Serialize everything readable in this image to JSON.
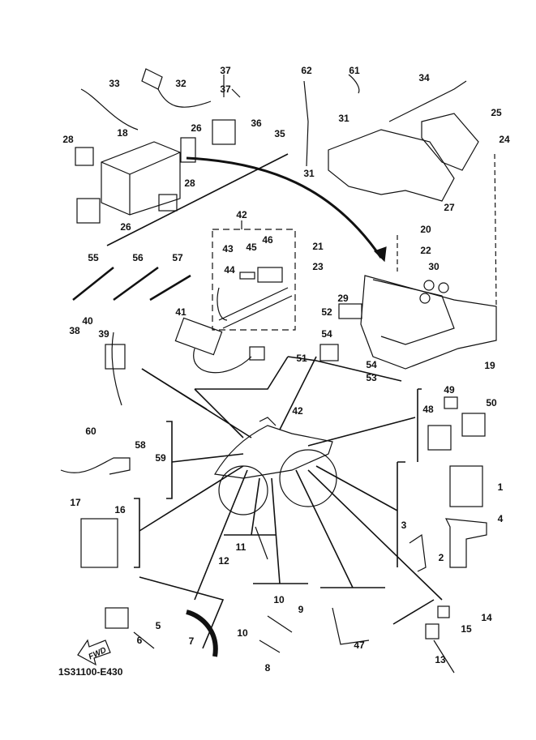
{
  "diagram_code": "1S31100-E430",
  "fwd_label": "FWD",
  "callouts": [
    "37",
    "37",
    "62",
    "61",
    "33",
    "32",
    "34",
    "36",
    "35",
    "18",
    "26",
    "28",
    "31",
    "25",
    "24",
    "31",
    "28",
    "26",
    "27",
    "42",
    "20",
    "21",
    "22",
    "46",
    "45",
    "43",
    "44",
    "55",
    "56",
    "57",
    "23",
    "30",
    "29",
    "52",
    "40",
    "41",
    "38",
    "39",
    "54",
    "51",
    "19",
    "54",
    "53",
    "49",
    "48",
    "50",
    "42",
    "60",
    "58",
    "59",
    "1",
    "17",
    "16",
    "4",
    "3",
    "11",
    "2",
    "12",
    "10",
    "9",
    "5",
    "14",
    "15",
    "47",
    "6",
    "7",
    "10",
    "8",
    "13"
  ]
}
